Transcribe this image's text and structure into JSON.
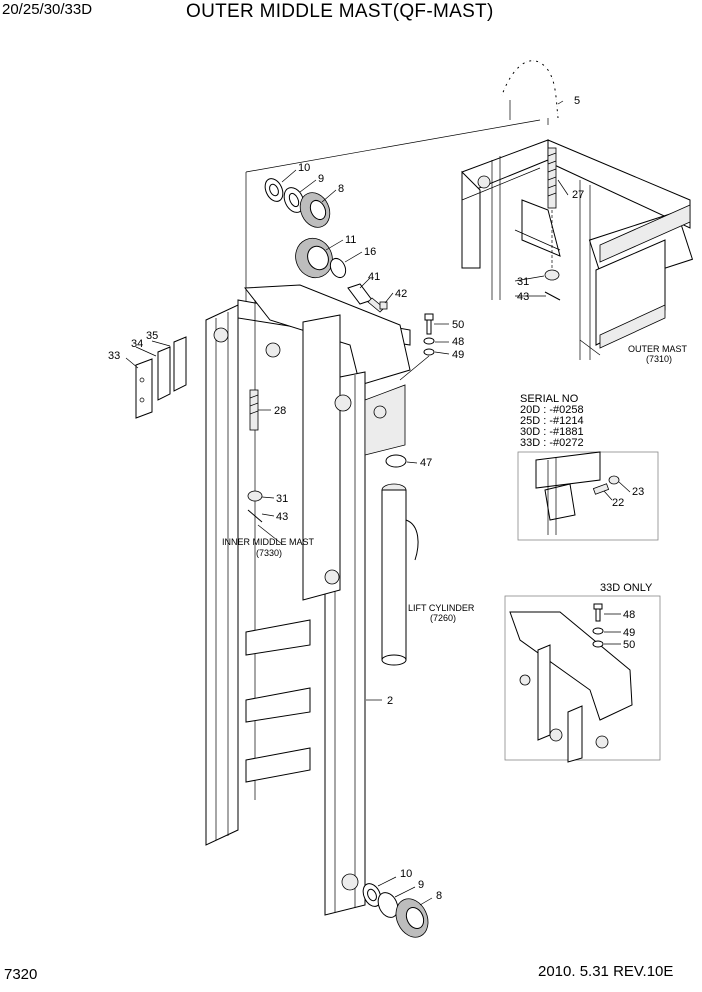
{
  "header": {
    "model": "20/25/30/33D",
    "title": "OUTER MIDDLE MAST(QF-MAST)"
  },
  "footer": {
    "page_number": "7320",
    "revision": "2010. 5.31  REV.10E"
  },
  "callouts": {
    "c5": "5",
    "c10a": "10",
    "c9a": "9",
    "c8a": "8",
    "c11": "11",
    "c16": "16",
    "c27": "27",
    "c41": "41",
    "c42": "42",
    "c31a": "31",
    "c43a": "43",
    "c50a": "50",
    "c48a": "48",
    "c49a": "49",
    "c35": "35",
    "c34": "34",
    "c33": "33",
    "c28": "28",
    "c47": "47",
    "c31b": "31",
    "c43b": "43",
    "c23": "23",
    "c22": "22",
    "c2": "2",
    "c48b": "48",
    "c49b": "49",
    "c50b": "50",
    "c10b": "10",
    "c9b": "9",
    "c8b": "8"
  },
  "references": {
    "outer_mast_name": "OUTER MAST",
    "outer_mast_code": "(7310)",
    "inner_middle_mast_name": "INNER MIDDLE MAST",
    "inner_middle_mast_code": "(7330)",
    "lift_cylinder_name": "LIFT CYLINDER",
    "lift_cylinder_code": "(7260)"
  },
  "serial": {
    "heading": "SERIAL NO",
    "rows": [
      "20D : -#0258",
      "25D : -#1214",
      "30D : -#1881",
      "33D : -#0272"
    ]
  },
  "detail_33d": {
    "label": "33D ONLY"
  }
}
